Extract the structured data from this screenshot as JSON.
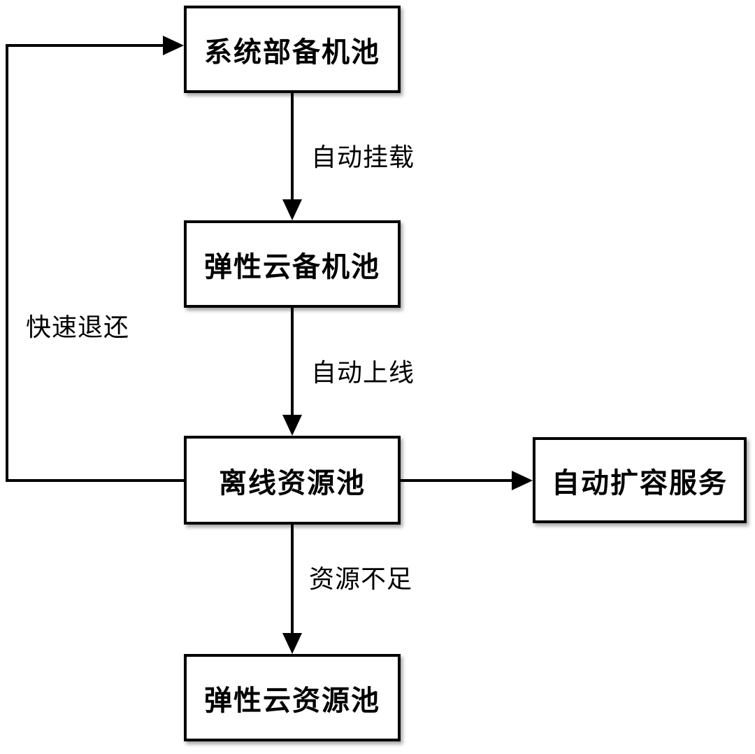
{
  "diagram": {
    "title": "elastic-cloud-resource-flow",
    "nodes": {
      "system_standby_pool": {
        "label": "系统部备机池"
      },
      "elastic_cloud_standby_pool": {
        "label": "弹性云备机池"
      },
      "offline_resource_pool": {
        "label": "离线资源池"
      },
      "auto_scaling_service": {
        "label": "自动扩容服务"
      },
      "elastic_cloud_resource_pool": {
        "label": "弹性云资源池"
      }
    },
    "edges": {
      "auto_mount": {
        "label": "自动挂载",
        "from": "system_standby_pool",
        "to": "elastic_cloud_standby_pool"
      },
      "auto_online": {
        "label": "自动上线",
        "from": "elastic_cloud_standby_pool",
        "to": "offline_resource_pool"
      },
      "insufficient_resources": {
        "label": "资源不足",
        "from": "offline_resource_pool",
        "to": "elastic_cloud_resource_pool"
      },
      "to_auto_scaling": {
        "label": "",
        "from": "offline_resource_pool",
        "to": "auto_scaling_service"
      },
      "fast_return": {
        "label": "快速退还",
        "from": "offline_resource_pool",
        "to": "system_standby_pool"
      }
    },
    "colors": {
      "background": "#ffffff",
      "box_fill": "#ffffff",
      "box_border": "#000000",
      "line": "#000000",
      "text": "#000000"
    }
  }
}
